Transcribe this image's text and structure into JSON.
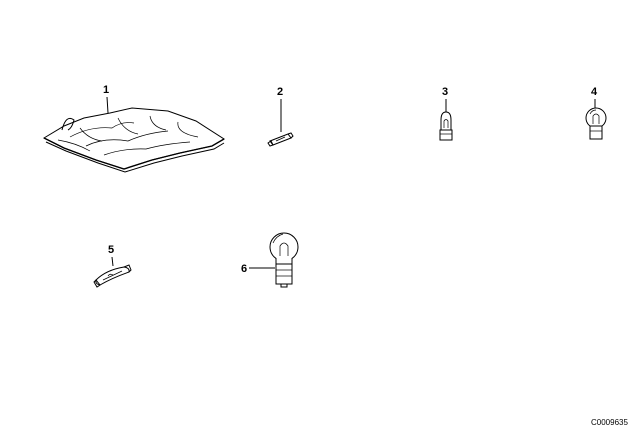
{
  "parts": [
    {
      "number": "1",
      "icon": "bulb-kit-bag-icon"
    },
    {
      "number": "2",
      "icon": "wedge-bulb-icon"
    },
    {
      "number": "3",
      "icon": "mini-bulb-icon"
    },
    {
      "number": "4",
      "icon": "ball-bulb-icon"
    },
    {
      "number": "5",
      "icon": "festoon-bulb-icon"
    },
    {
      "number": "6",
      "icon": "large-ball-bulb-icon"
    }
  ],
  "diagram_code": "C0009635",
  "colors": {
    "line": "#000000",
    "background": "#ffffff"
  }
}
